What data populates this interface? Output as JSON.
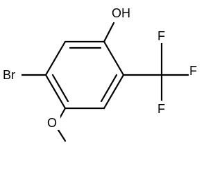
{
  "labels": {
    "hydroxyl": "OH",
    "bromine": "Br",
    "methoxy_oxygen": "O",
    "fluorine_top": "F",
    "fluorine_right": "F",
    "fluorine_bottom": "F"
  }
}
